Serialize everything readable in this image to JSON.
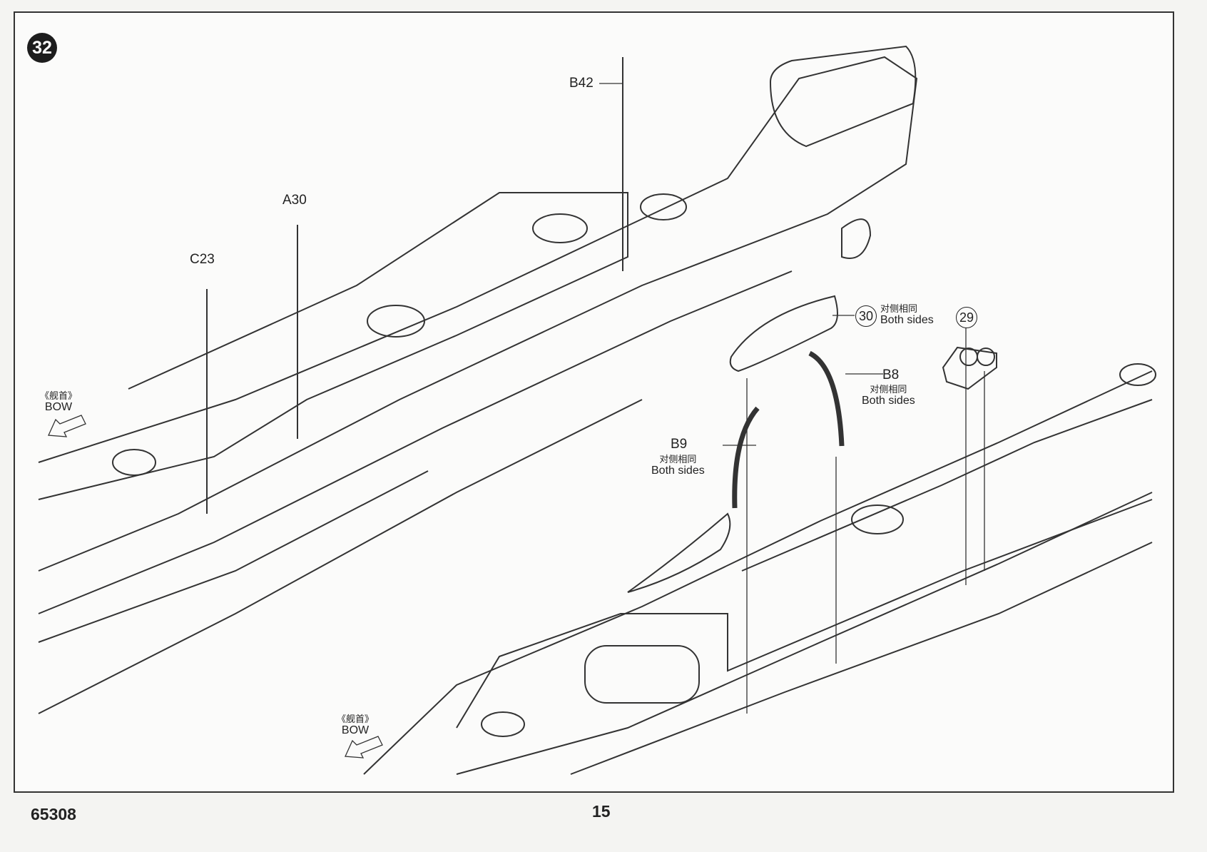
{
  "step_number": "32",
  "parts": {
    "b42": "B42",
    "a30": "A30",
    "c23": "C23",
    "b8": "B8",
    "b9": "B9"
  },
  "subassembly_refs": {
    "ref30": "30",
    "ref29": "29"
  },
  "notes": {
    "both_sides_cn": "对侧相同",
    "both_sides_en": "Both sides"
  },
  "bow": {
    "cn": "《舰首》",
    "en": "BOW"
  },
  "footer": {
    "kit_number": "65308",
    "page_number": "15"
  }
}
